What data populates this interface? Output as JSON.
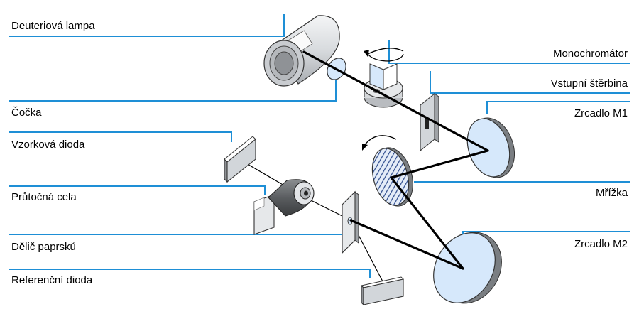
{
  "labels": {
    "deuterium_lamp": "Deuteriová lampa",
    "monochromator": "Monochromátor",
    "entrance_slit": "Vstupní štěrbina",
    "lens": "Čočka",
    "mirror_m1": "Zrcadlo M1",
    "sample_diode": "Vzorková dioda",
    "grating": "Mřížka",
    "flow_cell": "Průtočná cela",
    "beam_splitter": "Dělič paprsků",
    "mirror_m2": "Zrcadlo M2",
    "reference_diode": "Referenční dioda"
  },
  "colors": {
    "leader_line": "#1e8fd6",
    "beam": "#000000",
    "optic_fill": "#d6e8fb",
    "body_gray": "#c8ccd0"
  }
}
